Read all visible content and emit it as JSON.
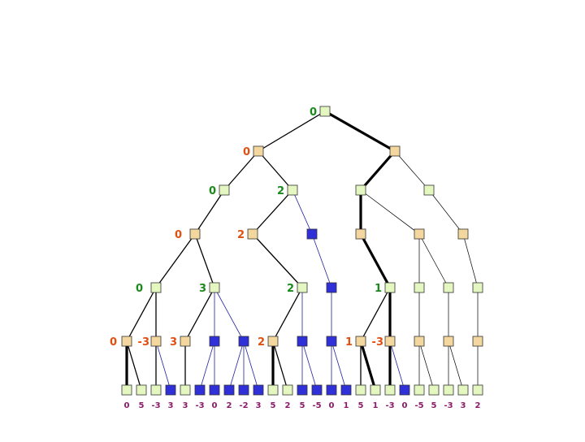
{
  "colors": {
    "node_green": "#e4f7c0",
    "node_orange": "#f4d79e",
    "node_pruned": "#3030d8",
    "label_max": "#1a8a1a",
    "label_min": "#e05010",
    "leaf_value": "#8b1a6b",
    "edge": "#000000",
    "edge_pruned": "#2020a0"
  },
  "tree": {
    "root_value": "0",
    "depth1_values": [
      "0"
    ],
    "depth2_values": [
      "0",
      "2"
    ],
    "depth3_values": [
      "0",
      "2"
    ],
    "depth4_values": [
      "0",
      "3",
      "2",
      "1"
    ],
    "depth5_values": [
      "0",
      "-3",
      "3",
      "2",
      "1",
      "-3"
    ],
    "leaf_values": [
      "0",
      "5",
      "-3",
      "3",
      "3",
      "-3",
      "0",
      "2",
      "-2",
      "3",
      "5",
      "2",
      "5",
      "-5",
      "0",
      "1",
      "5",
      "1",
      "-3",
      "0",
      "-5",
      "5",
      "-3",
      "3",
      "2"
    ]
  }
}
